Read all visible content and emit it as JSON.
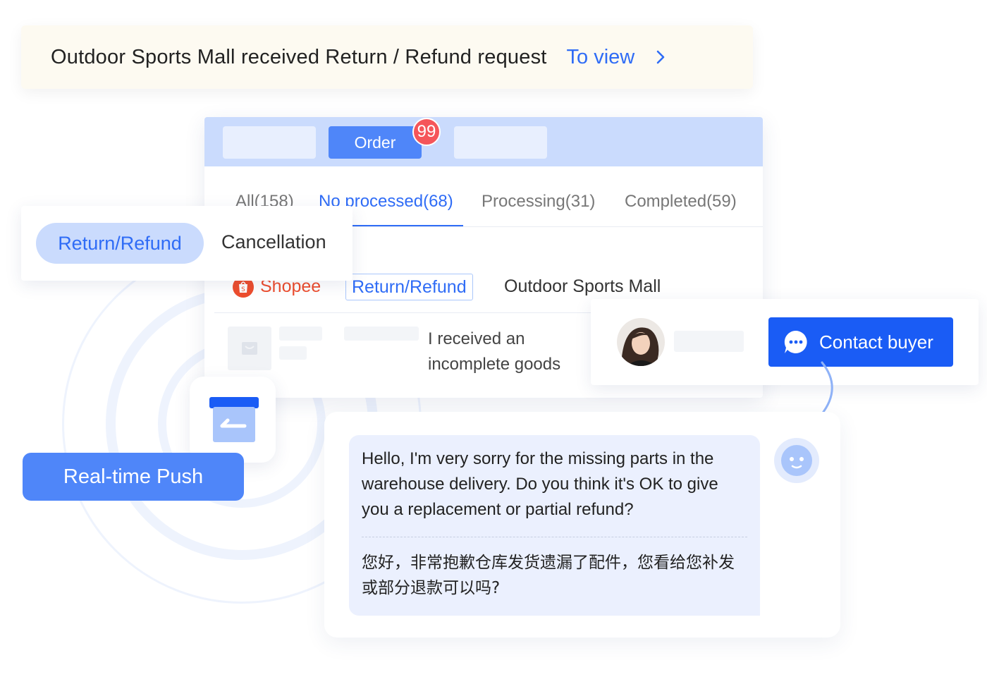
{
  "notification": {
    "message": "Outdoor Sports Mall received Return / Refund request",
    "action": "To view"
  },
  "order_panel": {
    "order_tab": "Order",
    "badge_count": "99",
    "status_tabs": [
      "All(158)",
      "No processed(68)",
      "Processing(31)",
      "Completed(59)"
    ],
    "active_status_tab": "No processed(68)",
    "platform": "Shopee",
    "tag": "Return/Refund",
    "shop_name": "Outdoor Sports Mall",
    "reason_line1": "I received an",
    "reason_line2": "incomplete goods"
  },
  "type_switch": {
    "active": "Return/Refund",
    "other": "Cancellation"
  },
  "buyer": {
    "contact_button": "Contact buyer"
  },
  "push": {
    "label": "Real-time Push"
  },
  "chat": {
    "reply_en": "Hello, I'm very sorry for the missing parts in the warehouse delivery. Do you think it's OK to give you a replacement or partial refund?",
    "reply_zh": "您好，非常抱歉仓库发货遗漏了配件，您看给您补发或部分退款可以吗?"
  },
  "colors": {
    "primary": "#2f6cf6",
    "contact_button": "#1a5cf5",
    "shopee": "#ee4d2d",
    "badge": "#f5555a",
    "notice_bg": "#fdfaf1"
  },
  "icons": [
    "chevron-right-icon",
    "shopee-bag-icon",
    "chat-bubble-icon",
    "archive-return-icon",
    "bot-face-icon",
    "curved-arrow-icon"
  ]
}
